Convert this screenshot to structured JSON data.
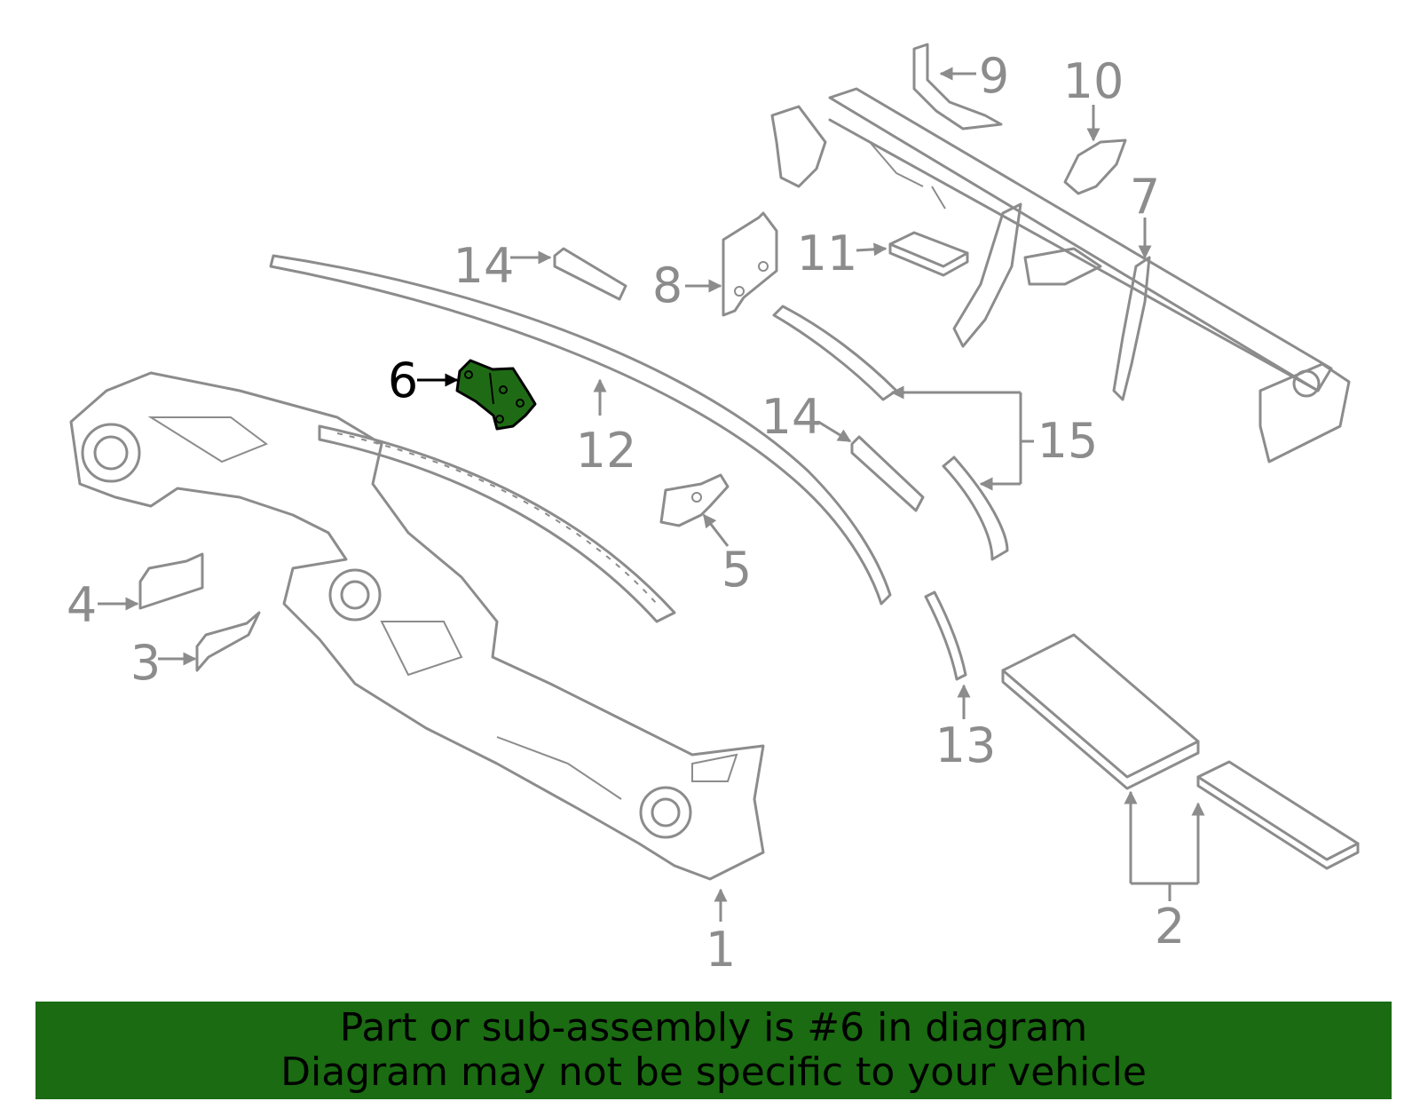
{
  "highlight_color": "#1a6b11",
  "diagram": {
    "highlighted_part": "6",
    "callouts": {
      "c1": "1",
      "c2": "2",
      "c3": "3",
      "c4": "4",
      "c5": "5",
      "c6": "6",
      "c7": "7",
      "c8": "8",
      "c9": "9",
      "c10": "10",
      "c11": "11",
      "c12": "12",
      "c13": "13",
      "c14a": "14",
      "c14b": "14",
      "c15": "15"
    }
  },
  "banner": {
    "line1": "Part or sub-assembly is #6 in diagram",
    "line2": "Diagram may not be specific to your vehicle"
  }
}
